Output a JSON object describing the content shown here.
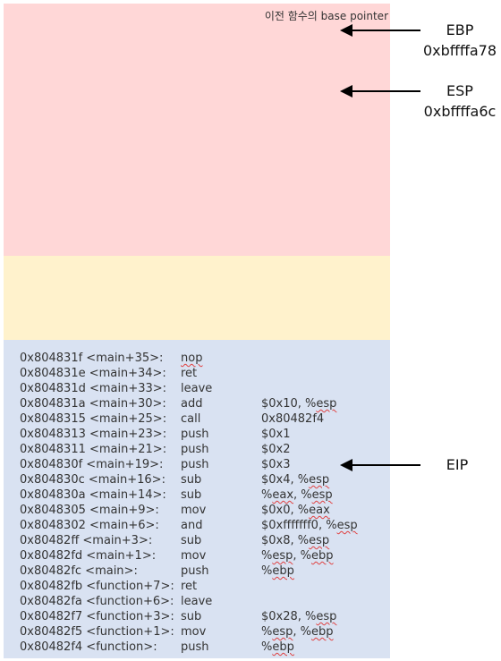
{
  "stack": {
    "note": "이전 함수의 base pointer"
  },
  "pointers": {
    "ebp": {
      "name": "EBP",
      "value": "0xbffffa78"
    },
    "esp": {
      "name": "ESP",
      "value": "0xbffffa6c"
    },
    "eip": {
      "name": "EIP"
    }
  },
  "colors": {
    "stack_region": "#ffd7d7",
    "data_region": "#fff2cc",
    "code_region": "#d9e2f2"
  },
  "instructions": [
    {
      "addr": "0x804831f <main+35>:",
      "op": "nop",
      "arg": ""
    },
    {
      "addr": "0x804831e <main+34>:",
      "op": "ret",
      "arg": ""
    },
    {
      "addr": "0x804831d <main+33>:",
      "op": "leave",
      "arg": ""
    },
    {
      "addr": "0x804831a <main+30>:",
      "op": "add",
      "arg": "$0x10, %esp"
    },
    {
      "addr": "0x8048315 <main+25>:",
      "op": "call",
      "arg": "0x80482f4"
    },
    {
      "addr": "0x8048313 <main+23>:",
      "op": "push",
      "arg": "$0x1"
    },
    {
      "addr": "0x8048311 <main+21>:",
      "op": "push",
      "arg": "$0x2"
    },
    {
      "addr": "0x804830f <main+19>:",
      "op": "push",
      "arg": "$0x3"
    },
    {
      "addr": "0x804830c <main+16>:",
      "op": "sub",
      "arg": "$0x4, %esp"
    },
    {
      "addr": "0x804830a <main+14>:",
      "op": "sub",
      "arg": "%eax, %esp"
    },
    {
      "addr": "0x8048305 <main+9>:",
      "op": "mov",
      "arg": "$0x0, %eax"
    },
    {
      "addr": "0x8048302 <main+6>:",
      "op": "and",
      "arg": "$0xfffffff0, %esp"
    },
    {
      "addr": "0x80482ff  <main+3>:",
      "op": "sub",
      "arg": "$0x8, %esp"
    },
    {
      "addr": "0x80482fd <main+1>:",
      "op": "mov",
      "arg": "%esp, %ebp"
    },
    {
      "addr": "0x80482fc <main>:",
      "op": "push",
      "arg": "%ebp"
    },
    {
      "addr": "0x80482fb <function+7>:",
      "op": "ret",
      "arg": ""
    },
    {
      "addr": "0x80482fa <function+6>:",
      "op": "leave",
      "arg": ""
    },
    {
      "addr": "0x80482f7 <function+3>:",
      "op": "sub",
      "arg": "$0x28, %esp"
    },
    {
      "addr": "0x80482f5 <function+1>:",
      "op": "mov",
      "arg": "%esp, %ebp"
    },
    {
      "addr": "0x80482f4 <function>:",
      "op": "push",
      "arg": "%ebp"
    }
  ]
}
